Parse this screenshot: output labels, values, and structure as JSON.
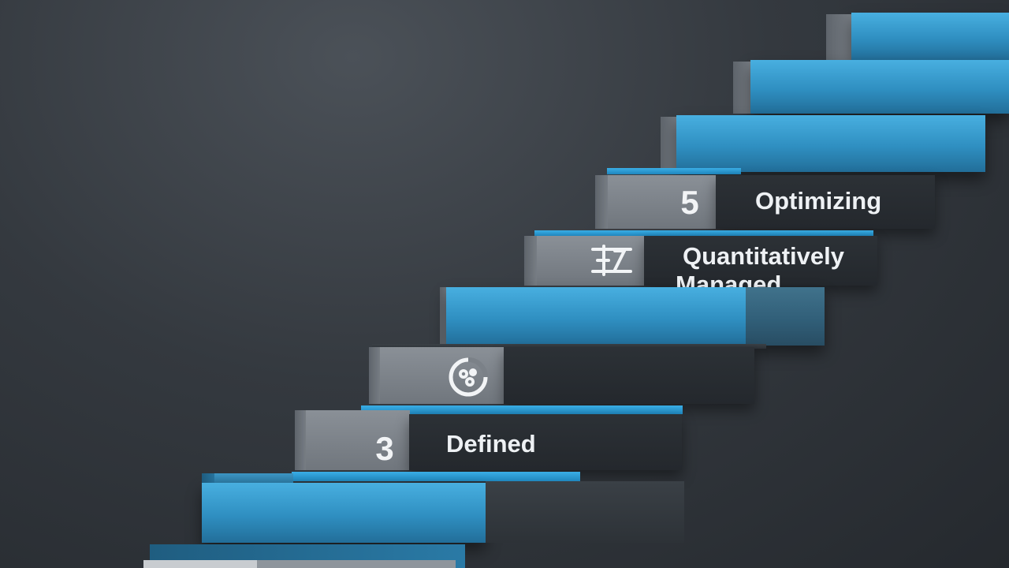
{
  "steps": [
    {
      "number": "3",
      "label": "Defined"
    },
    {
      "number": "",
      "label": ""
    },
    {
      "number": "",
      "label": "Quantitatively\nManaged"
    },
    {
      "number": "5",
      "label": "Optimizing"
    }
  ],
  "icons": {
    "step4": "process-gear-icon",
    "step_qm": "scale-tool-icon"
  },
  "colors": {
    "accent_blue": "#2f8fc1",
    "grey_face": "#7b8188",
    "background": "#2d3237"
  }
}
